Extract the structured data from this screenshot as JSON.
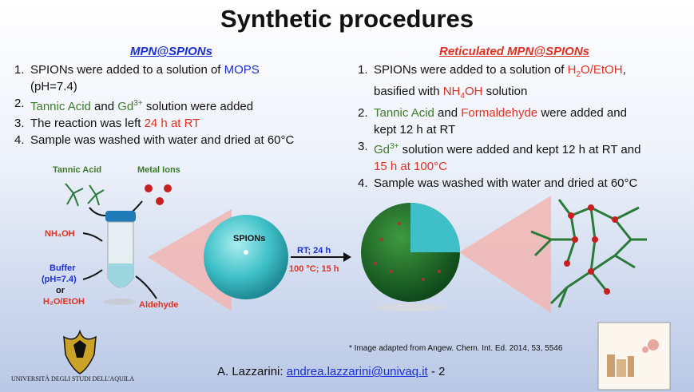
{
  "title": "Synthetic procedures",
  "left": {
    "heading": "MPN@SPIONs",
    "steps": [
      {
        "num": "1.",
        "parts": [
          {
            "t": "SPIONs were added to a solution of "
          },
          {
            "t": "MOPS",
            "c": "blue"
          }
        ]
      },
      {
        "num": "",
        "parts": [
          {
            "t": "(pH=7.4)"
          }
        ]
      },
      {
        "num": "2.",
        "parts": [
          {
            "t": " "
          },
          {
            "t": "Tannic Acid",
            "c": "green"
          },
          {
            "t": " and "
          },
          {
            "t": "Gd",
            "c": "green"
          },
          {
            "t": "3+",
            "c": "green",
            "sup": true
          },
          {
            "t": " solution were added"
          }
        ]
      },
      {
        "num": "3.",
        "parts": [
          {
            "t": " The reaction was left "
          },
          {
            "t": "24 h at RT",
            "c": "red"
          }
        ]
      },
      {
        "num": "4.",
        "parts": [
          {
            "t": " Sample was washed with water and dried at 60°C"
          }
        ]
      }
    ]
  },
  "right": {
    "heading": "Reticulated MPN@SPIONs",
    "steps": [
      {
        "num": "1.",
        "parts": [
          {
            "t": "SPIONs were added to a solution of "
          },
          {
            "t": "H",
            "c": "red"
          },
          {
            "t": "2",
            "c": "red",
            "sub": true
          },
          {
            "t": "O/EtOH",
            "c": "red"
          },
          {
            "t": ","
          }
        ]
      },
      {
        "num": "",
        "parts": [
          {
            "t": "basified with "
          },
          {
            "t": "NH",
            "c": "red"
          },
          {
            "t": "4",
            "c": "red",
            "sub": true
          },
          {
            "t": "OH",
            "c": "red"
          },
          {
            "t": " solution"
          }
        ]
      },
      {
        "num": "2.",
        "parts": [
          {
            "t": " "
          },
          {
            "t": "Tannic Acid",
            "c": "green"
          },
          {
            "t": " and "
          },
          {
            "t": "Formaldehyde",
            "c": "red"
          },
          {
            "t": " were added and"
          }
        ]
      },
      {
        "num": "",
        "parts": [
          {
            "t": "kept 12 h at RT"
          }
        ]
      },
      {
        "num": "3.",
        "parts": [
          {
            "t": " "
          },
          {
            "t": "Gd",
            "c": "green"
          },
          {
            "t": "3+",
            "c": "green",
            "sup": true
          },
          {
            "t": " solution were added and kept 12 h at RT and"
          }
        ]
      },
      {
        "num": "",
        "parts": [
          {
            "t": "15 h at 100°C",
            "c": "red"
          }
        ]
      },
      {
        "num": "4.",
        "parts": [
          {
            "t": " Sample was washed with water and dried at 60°C"
          }
        ]
      }
    ]
  },
  "diagram": {
    "tannic_acid": "Tannic Acid",
    "metal_ions": "Metal Ions",
    "nh4oh": "NH₄OH",
    "buffer": "Buffer",
    "buffer_ph": "(pH=7.4)",
    "or": "or",
    "solvent": "H₂O/EtOH",
    "aldehyde": "Aldehyde",
    "spions": "SPIONs",
    "arrow_top": "RT; 24 h",
    "arrow_bottom": "100 °C; 15 h"
  },
  "citation": "* Image  adapted from Angew. Chem. Int. Ed. 2014, 53, 5546",
  "footer": {
    "author": "A. Lazzarini:  ",
    "email": "andrea.lazzarini@univaq.it",
    "page": "  - 2"
  },
  "university": "UNIVERSITÀ DEGLI STUDI DELL'AQUILA",
  "colors": {
    "blue": "#1a2fd8",
    "green": "#3f7a2a",
    "red": "#e03020",
    "sphere": "#3fc0c8",
    "network": "#1f6e2a"
  }
}
